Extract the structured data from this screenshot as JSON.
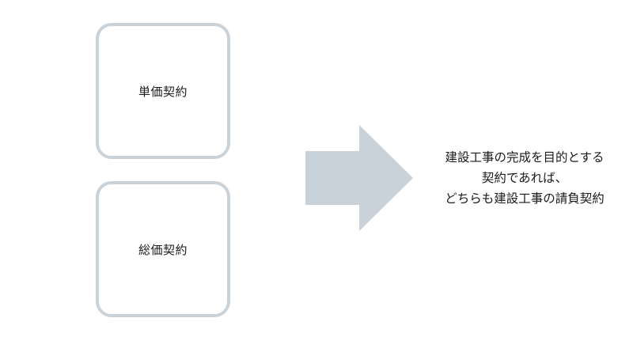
{
  "contracts": [
    {
      "label": "単価契約"
    },
    {
      "label": "総価契約"
    }
  ],
  "arrow": {
    "icon": "right-arrow-icon",
    "color": "#c9d1d9"
  },
  "conclusion": {
    "lines": [
      "建設工事の完成を目的とする",
      "契約であれば、",
      "どちらも建設工事の請負契約"
    ]
  },
  "colors": {
    "box_border": "#c9d1d9",
    "text": "#1a1a1a",
    "background": "#ffffff"
  }
}
